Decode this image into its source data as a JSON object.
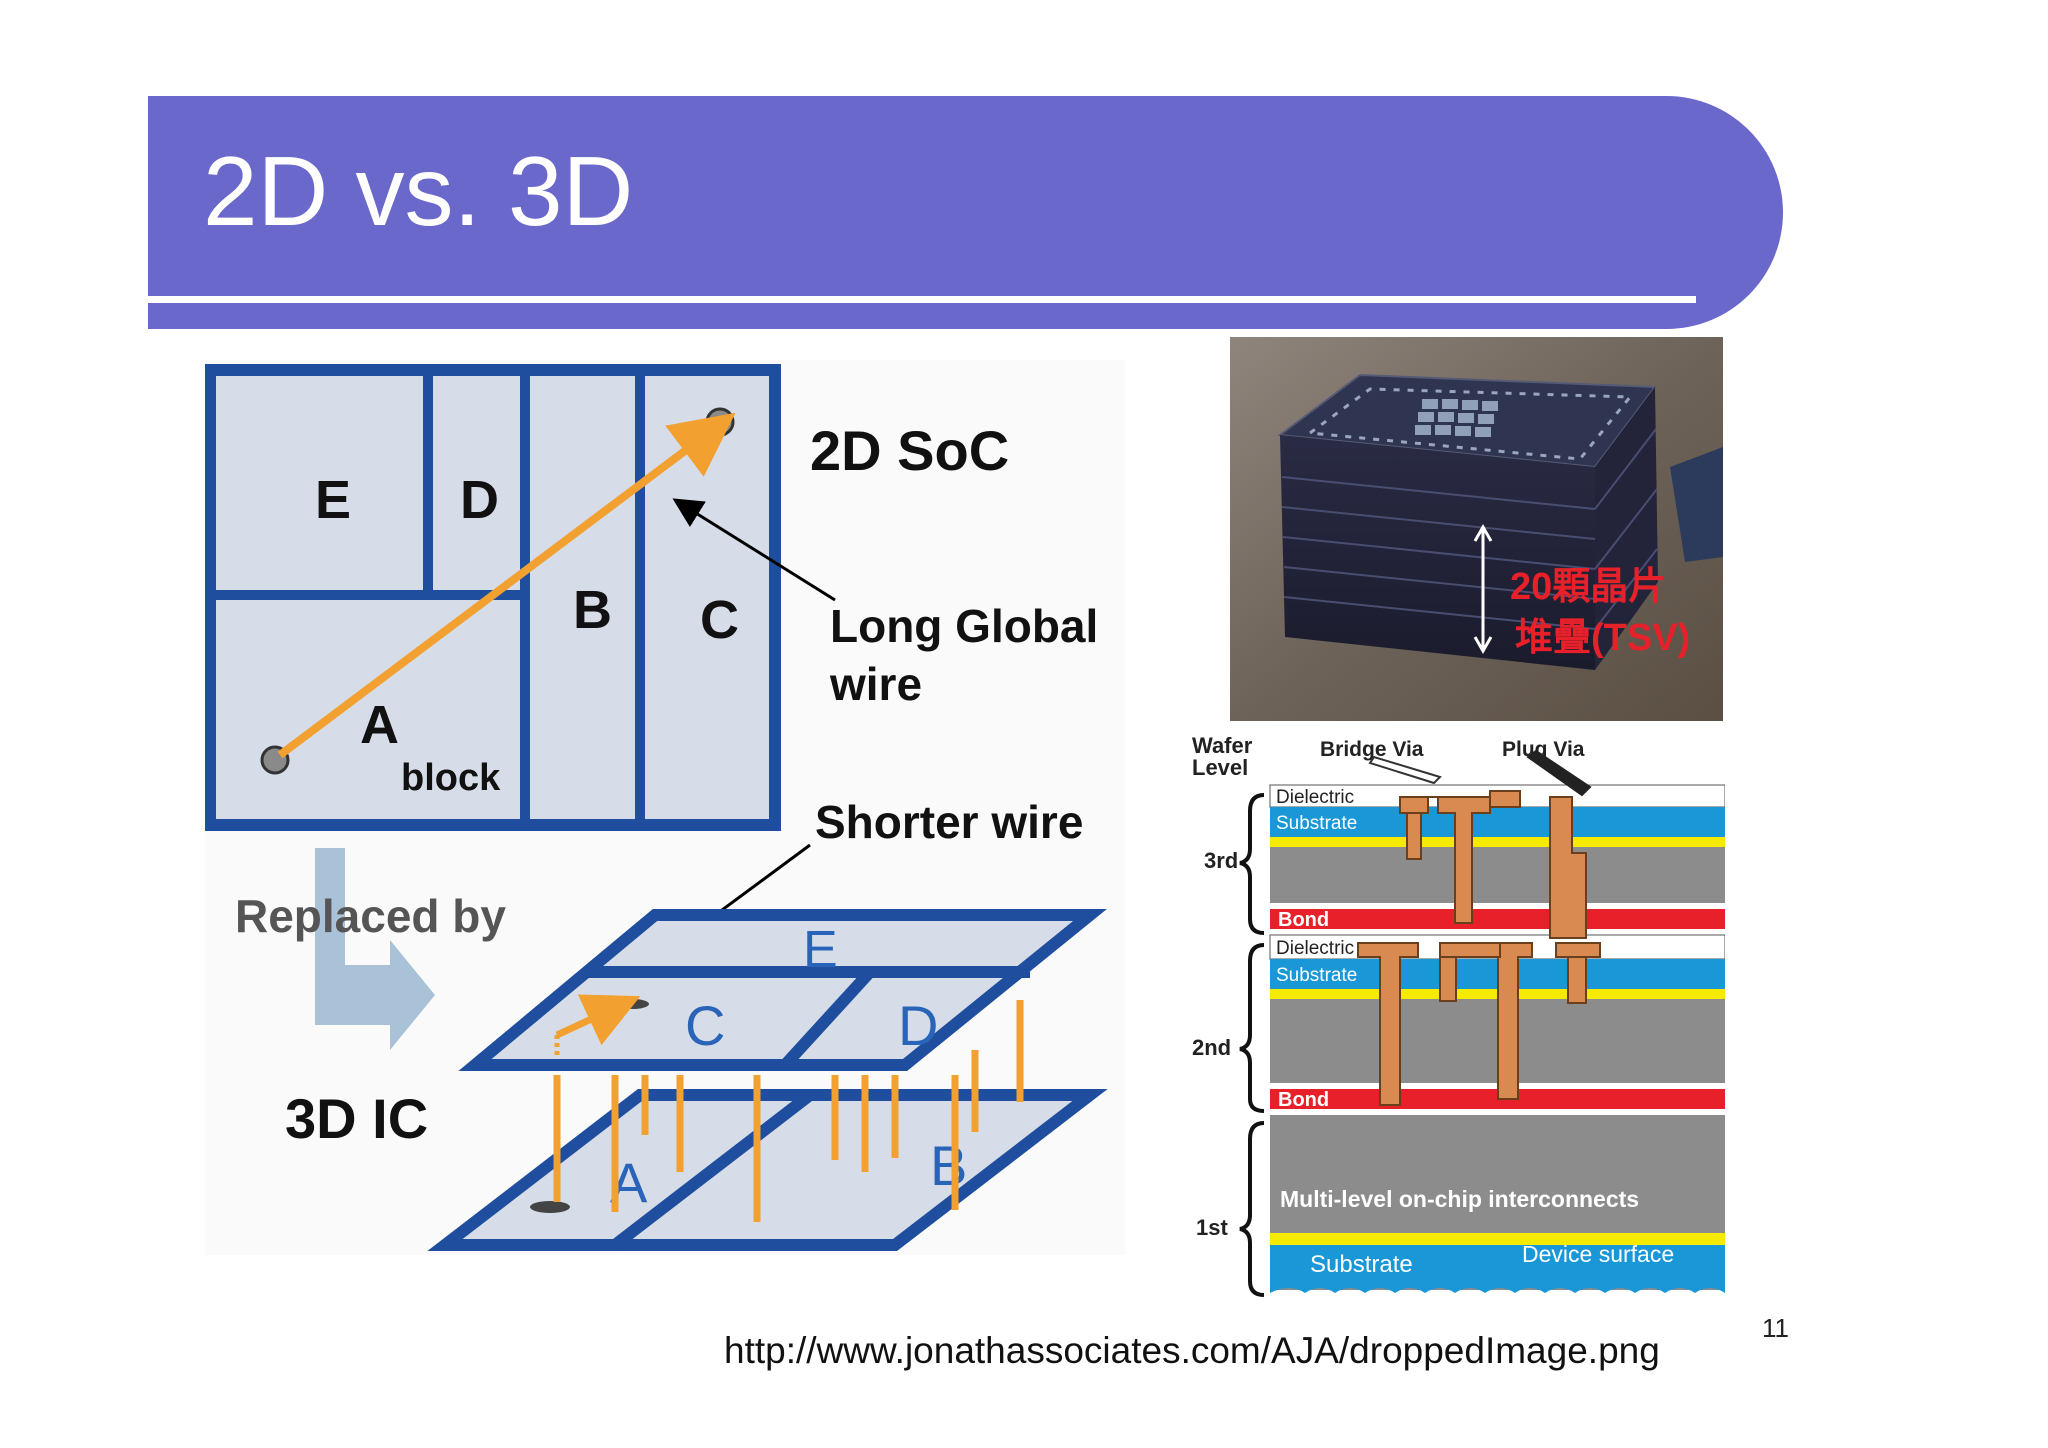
{
  "slide": {
    "title": "2D vs. 3D",
    "page_number": "11",
    "source_url": "http://www.jonathassociates.com/AJA/droppedImage.png"
  },
  "soc_diagram": {
    "label_2d": "2D SoC",
    "blocks_2d": [
      "E",
      "D",
      "B",
      "C",
      "A"
    ],
    "block_caption": "block",
    "long_wire": [
      "Long Global",
      "wire"
    ],
    "shorter_wire": "Shorter wire",
    "replaced_by": "Replaced by",
    "label_3d": "3D IC",
    "upper_layer": [
      "E",
      "C",
      "D"
    ],
    "lower_layer": [
      "A",
      "B"
    ]
  },
  "photo": {
    "caption_line1": "20顆晶片",
    "caption_line2": "堆疊(TSV)"
  },
  "cross_section": {
    "wafer_level": [
      "Wafer",
      "Level"
    ],
    "bridge_via": "Bridge Via",
    "plug_via": "Plug Via",
    "dielectric": "Dielectric",
    "substrate": "Substrate",
    "bond": "Bond",
    "levels": [
      "3rd",
      "2nd",
      "1st"
    ],
    "interconnects": "Multi-level on-chip interconnects",
    "device_surface": "Device surface"
  },
  "colors": {
    "banner": "#6b68cc",
    "diagram_blue": "#1f4e9e",
    "block_fill": "#d7dde8",
    "wire_orange": "#f2a030",
    "caption_red": "#e8202a"
  }
}
